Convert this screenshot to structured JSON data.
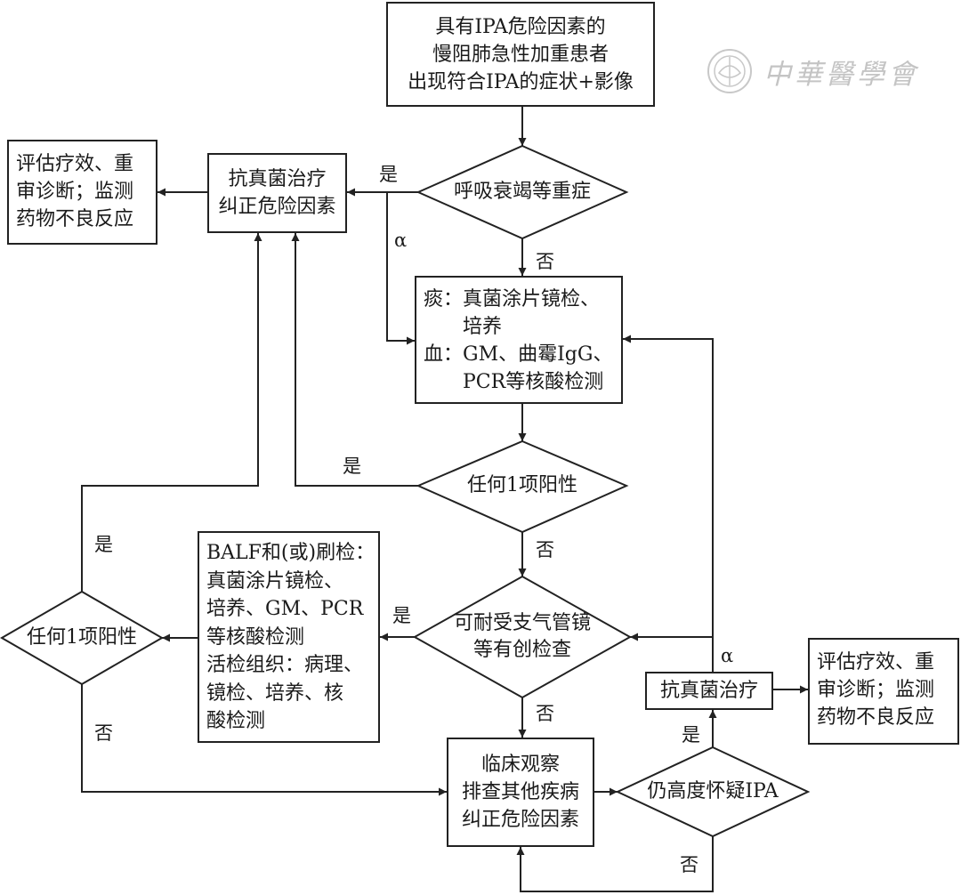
{
  "watermark": {
    "text": "中華醫學會"
  },
  "nodes": {
    "start": [
      "具有IPA危险因素的",
      "慢阻肺急性加重患者",
      "出现符合IPA的症状+影像"
    ],
    "resp_failure": [
      "呼吸衰竭等重症"
    ],
    "antifungal_top": [
      "抗真菌治疗",
      "纠正危险因素"
    ],
    "evaluate_top": [
      "评估疗效、重",
      "审诊断；监测",
      "药物不良反应"
    ],
    "tests": [
      "痰：真菌涂片镜检、",
      "　　培养",
      "血：GM、曲霉IgG、",
      "　　PCR等核酸检测"
    ],
    "any_positive_1": [
      "任何1项阳性"
    ],
    "bronchoscopy": [
      "可耐受支气管镜",
      "等有创检查"
    ],
    "balf": [
      "BALF和(或)刷检：",
      "真菌涂片镜检、",
      "培养、GM、PCR",
      "等核酸检测",
      "活检组织：病理、",
      "镜检、培养、核",
      "酸检测"
    ],
    "any_positive_2": [
      "任何1项阳性"
    ],
    "observation": [
      "临床观察",
      "排查其他疾病",
      "纠正危险因素"
    ],
    "suspect_ipa": [
      "仍高度怀疑IPA"
    ],
    "antifungal_bottom": [
      "抗真菌治疗"
    ],
    "evaluate_bottom": [
      "评估疗效、重",
      "审诊断；监测",
      "药物不良反应"
    ]
  },
  "labels": {
    "yes_resp": "是",
    "alpha_1": "α",
    "no_resp": "否",
    "yes_any1": "是",
    "no_any1": "否",
    "yes_any2": "是",
    "no_any2": "否",
    "yes_bronch": "是",
    "no_bronch": "否",
    "alpha_2": "α",
    "yes_suspect": "是",
    "no_suspect": "否"
  }
}
